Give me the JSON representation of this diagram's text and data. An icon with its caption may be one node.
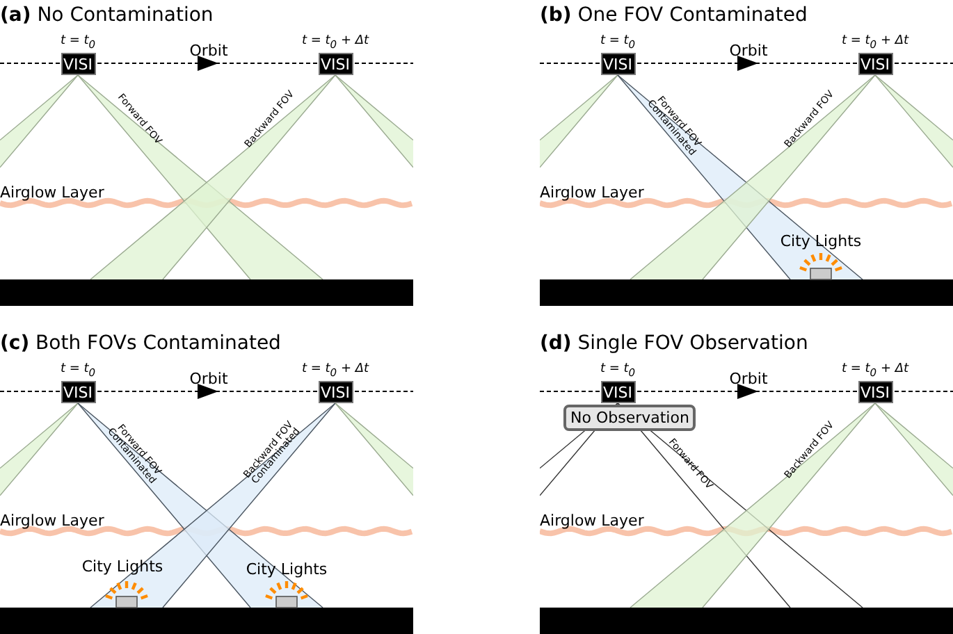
{
  "diagram": {
    "nodes": [
      {
        "text": [
          "VISI"
        ],
        "beside": [
          "t = t$_{0}$"
        ]
      },
      {
        "text": [
          "VISI"
        ],
        "beside": [
          "t = t$_{0}$ + Δt"
        ]
      },
      {
        "text": [
          "VISI"
        ],
        "beside": [
          "t = t$_{0}$"
        ]
      },
      {
        "text": [
          "VISI"
        ],
        "beside": [
          "t = t$_{0}$ + Δt"
        ]
      },
      {
        "text": [
          "VISI"
        ],
        "beside": [
          "t = t$_{0}$"
        ]
      },
      {
        "text": [
          "VISI"
        ],
        "beside": [
          "t = t$_{0}$ + Δt"
        ]
      },
      {
        "text": [
          "VISI"
        ],
        "beside": [
          "t = t$_{0}$"
        ]
      },
      {
        "text": [
          "VISI"
        ],
        "beside": [
          "t = t$_{0}$ + Δt"
        ]
      },
      {
        "text": [
          "No Observation"
        ]
      }
    ],
    "labels": [
      "**(a)** No Contamination",
      "Orbit",
      "Forward FOV",
      "Backward FOV",
      "Airglow Layer",
      "**(b)** One FOV Contaminated",
      "Orbit",
      "Forward FOV Contaminated",
      "Backward FOV",
      "Airglow Layer",
      "City Lights",
      "**(c)** Both FOVs Contaminated",
      "Orbit",
      "Forward FOV Contaminated",
      "Backward FOV Contaminated",
      "Airglow Layer",
      "City Lights",
      "City Lights",
      "**(d)** Single FOV Observation",
      "Orbit",
      "Forward FOV",
      "Backward FOV",
      "Airglow Layer"
    ]
  }
}
